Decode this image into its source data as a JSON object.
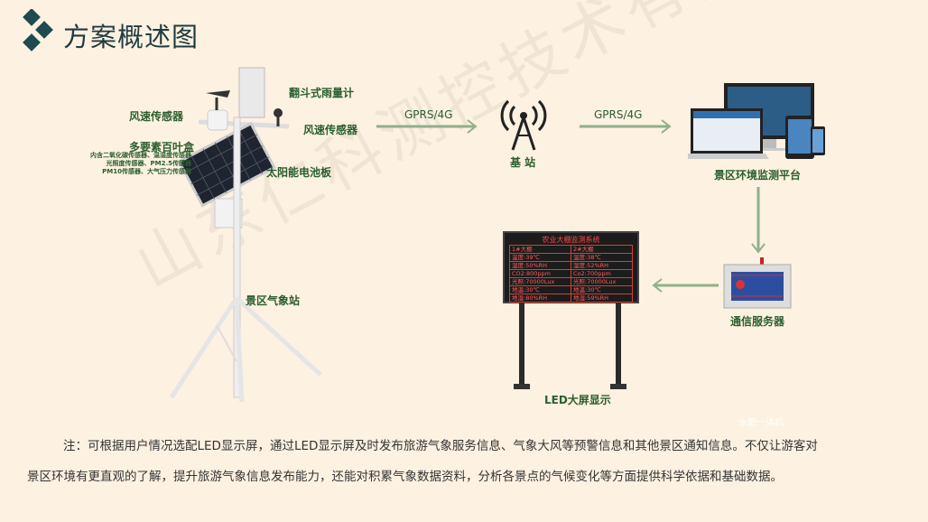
{
  "title": "方案概述图",
  "watermark": "山东仁科测控技术有限公司",
  "station": {
    "rain_gauge": "翻斗式雨量计",
    "wind_speed_left": "风速传感器",
    "wind_speed_right": "风速传感器",
    "louver_box": "多要素百叶盒",
    "louver_detail": [
      "内含二氧化碳传感器、温湿度传感器",
      "光照度传感器、PM2.5传感器",
      "PM10传感器、大气压力传感器"
    ],
    "solar_panel": "太阳能电池板",
    "name": "景区气象站"
  },
  "link1": "GPRS/4G",
  "link2": "GPRS/4G",
  "base_station": "基 站",
  "platform": "景区环境监测平台",
  "server": "通信服务器",
  "led_label": "LED大屏显示",
  "faint_label": "水肥一体机",
  "led": {
    "title": "农业大棚监测系统",
    "rows": [
      [
        "1#大棚",
        "2#大棚"
      ],
      [
        "温度:39℃",
        "温度:38℃"
      ],
      [
        "湿度:50%RH",
        "湿度:52%RH"
      ],
      [
        "CO2:800ppm",
        "Co2:700ppm"
      ],
      [
        "光照:70000Lux",
        "光照:70000Lux"
      ],
      [
        "地温:30℃",
        "地温:30℃"
      ],
      [
        "地湿:80%RH",
        "地湿:59%RH"
      ]
    ]
  },
  "note": [
    "注：可根据用户情况选配LED显示屏，通过LED显示屏及时发布旅游气象服务信息、气象大风等预警信息和其他景区通知信息。不仅让游客对",
    "景区环境有更直观的了解，提升旅游气象信息发布能力，还能对积累气象数据资料，分析各景点的气候变化等方面提供科学依据和基础数据。"
  ],
  "colors": {
    "background": "#fdf1e1",
    "title": "#1f3b3f",
    "label": "#2a5e2e",
    "arrow": "#8fb08a"
  }
}
